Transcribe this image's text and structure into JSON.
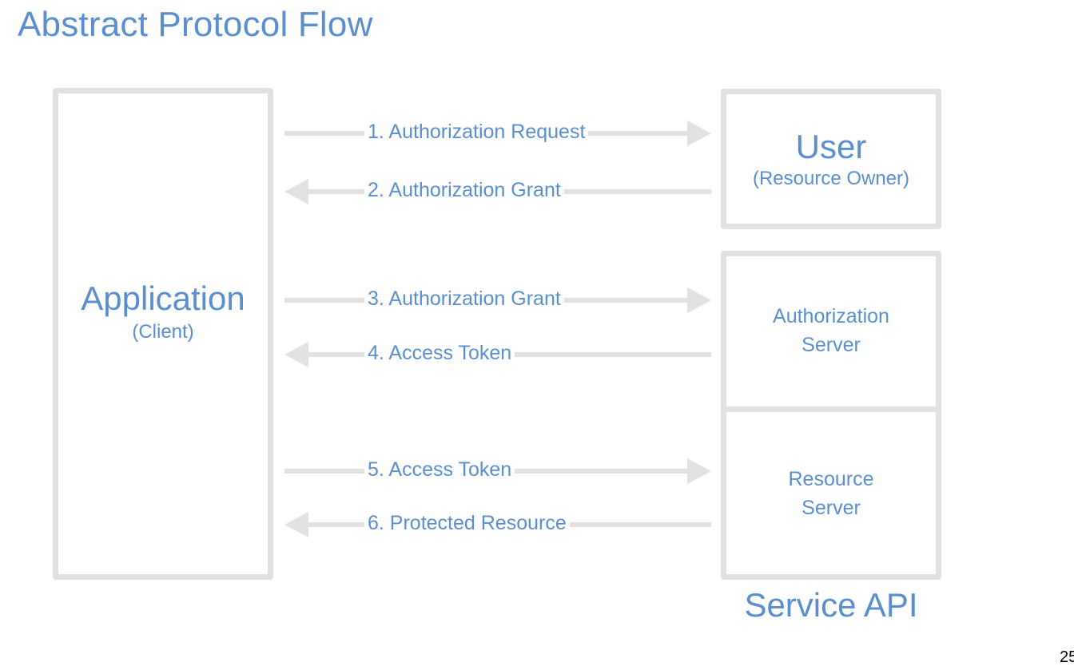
{
  "title": "Abstract Protocol Flow",
  "application": {
    "label": "Application",
    "sublabel": "(Client)"
  },
  "user": {
    "label": "User",
    "sublabel": "(Resource Owner)"
  },
  "authorization_server": {
    "line1": "Authorization",
    "line2": "Server"
  },
  "resource_server": {
    "line1": "Resource",
    "line2": "Server"
  },
  "service_api": "Service API",
  "page_number": "25",
  "colors": {
    "text": "#5b8ecf",
    "lines": "#e2e2e2"
  },
  "flows": [
    {
      "label": "1. Authorization Request",
      "direction": "right"
    },
    {
      "label": "2. Authorization Grant",
      "direction": "left"
    },
    {
      "label": "3. Authorization Grant",
      "direction": "right"
    },
    {
      "label": "4. Access Token",
      "direction": "left"
    },
    {
      "label": "5. Access Token",
      "direction": "right"
    },
    {
      "label": "6. Protected Resource",
      "direction": "left"
    }
  ]
}
